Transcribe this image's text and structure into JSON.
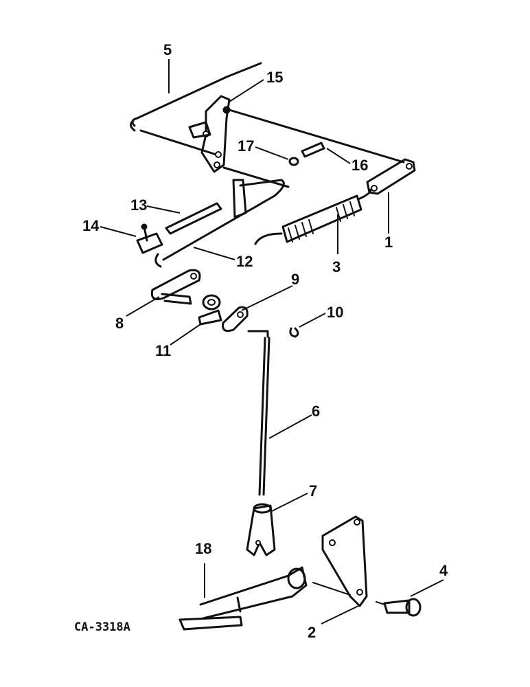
{
  "figure_code": "CA-3318A",
  "callouts": {
    "c1": "1",
    "c2": "2",
    "c3": "3",
    "c4": "4",
    "c5": "5",
    "c6": "6",
    "c7": "7",
    "c8": "8",
    "c9": "9",
    "c10": "10",
    "c11": "11",
    "c12": "12",
    "c13": "13",
    "c14": "14",
    "c15": "15",
    "c16": "16",
    "c17": "17",
    "c18": "18"
  }
}
